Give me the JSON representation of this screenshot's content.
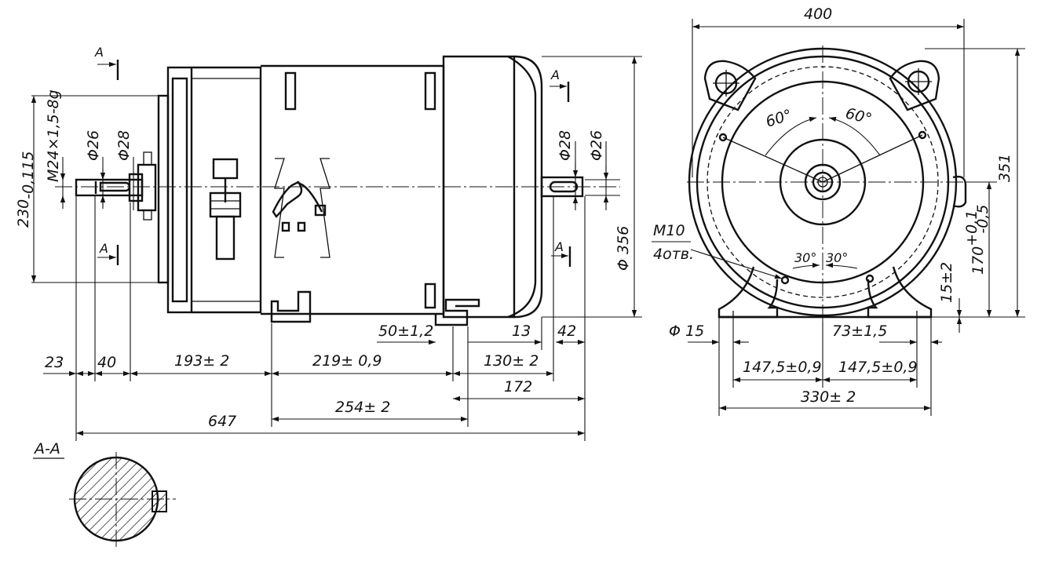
{
  "side_view": {
    "dims": {
      "d23": "23",
      "d40": "40",
      "d193": "193± 2",
      "d219": "219± 0,9",
      "d254": "254± 2",
      "d647": "647",
      "d50": "50±1,2",
      "d13": "13",
      "d42": "42",
      "d130": "130± 2",
      "d172": "172",
      "d356": "Φ 356",
      "d230": "230",
      "d230_tol": "-0,115",
      "thread": "M24×1,5-8g",
      "phi26_left": "Φ26",
      "phi28_left": "Φ28",
      "phi28_right": "Φ28",
      "phi26_right": "Φ26"
    },
    "section_marks": [
      "A",
      "A",
      "A",
      "A"
    ]
  },
  "front_view": {
    "dims": {
      "width": "400",
      "height": "351",
      "shaft_height": "170",
      "shaft_height_tol_up": "+0,1",
      "shaft_height_tol_dn": "-0,5",
      "foot": "15±2",
      "hole": "Φ 15",
      "d73": "73±1,5",
      "half_left": "147,5±0,9",
      "half_right": "147,5±0,9",
      "base": "330± 2",
      "angle_left": "60°",
      "angle_right": "60°",
      "angle_low_left": "30°",
      "angle_low_right": "30°",
      "bolt_spec": "M10",
      "bolt_count": "4отв."
    }
  },
  "section": {
    "title": "A-A"
  }
}
